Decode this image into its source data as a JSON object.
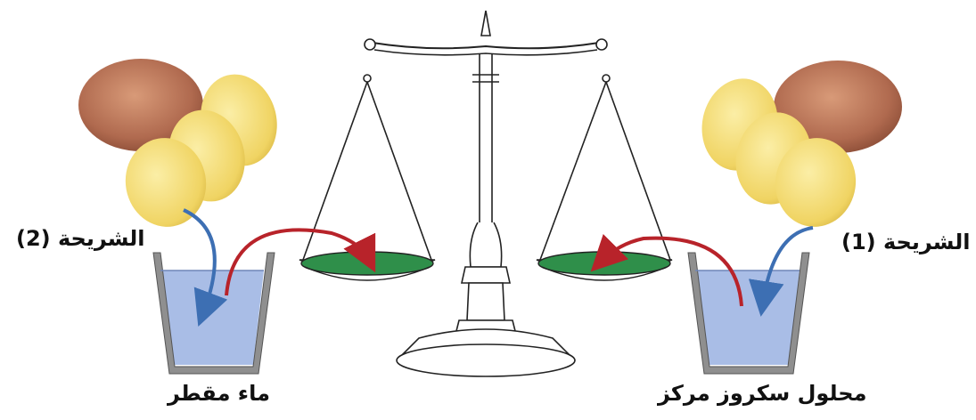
{
  "labels": {
    "slice_left": "الشريحة (2)",
    "slice_right": "الشريحة (1)",
    "beaker_left": "ماء مقطر",
    "beaker_right": "محلول سكروز مركز"
  },
  "colors": {
    "water": "#a9bde6",
    "pan_fill": "#2f8f4a",
    "arrow_blue": "#3d6fb3",
    "arrow_red": "#b8232a",
    "potato_skin": "#b9705a",
    "potato_flesh": "#f3de7a"
  }
}
